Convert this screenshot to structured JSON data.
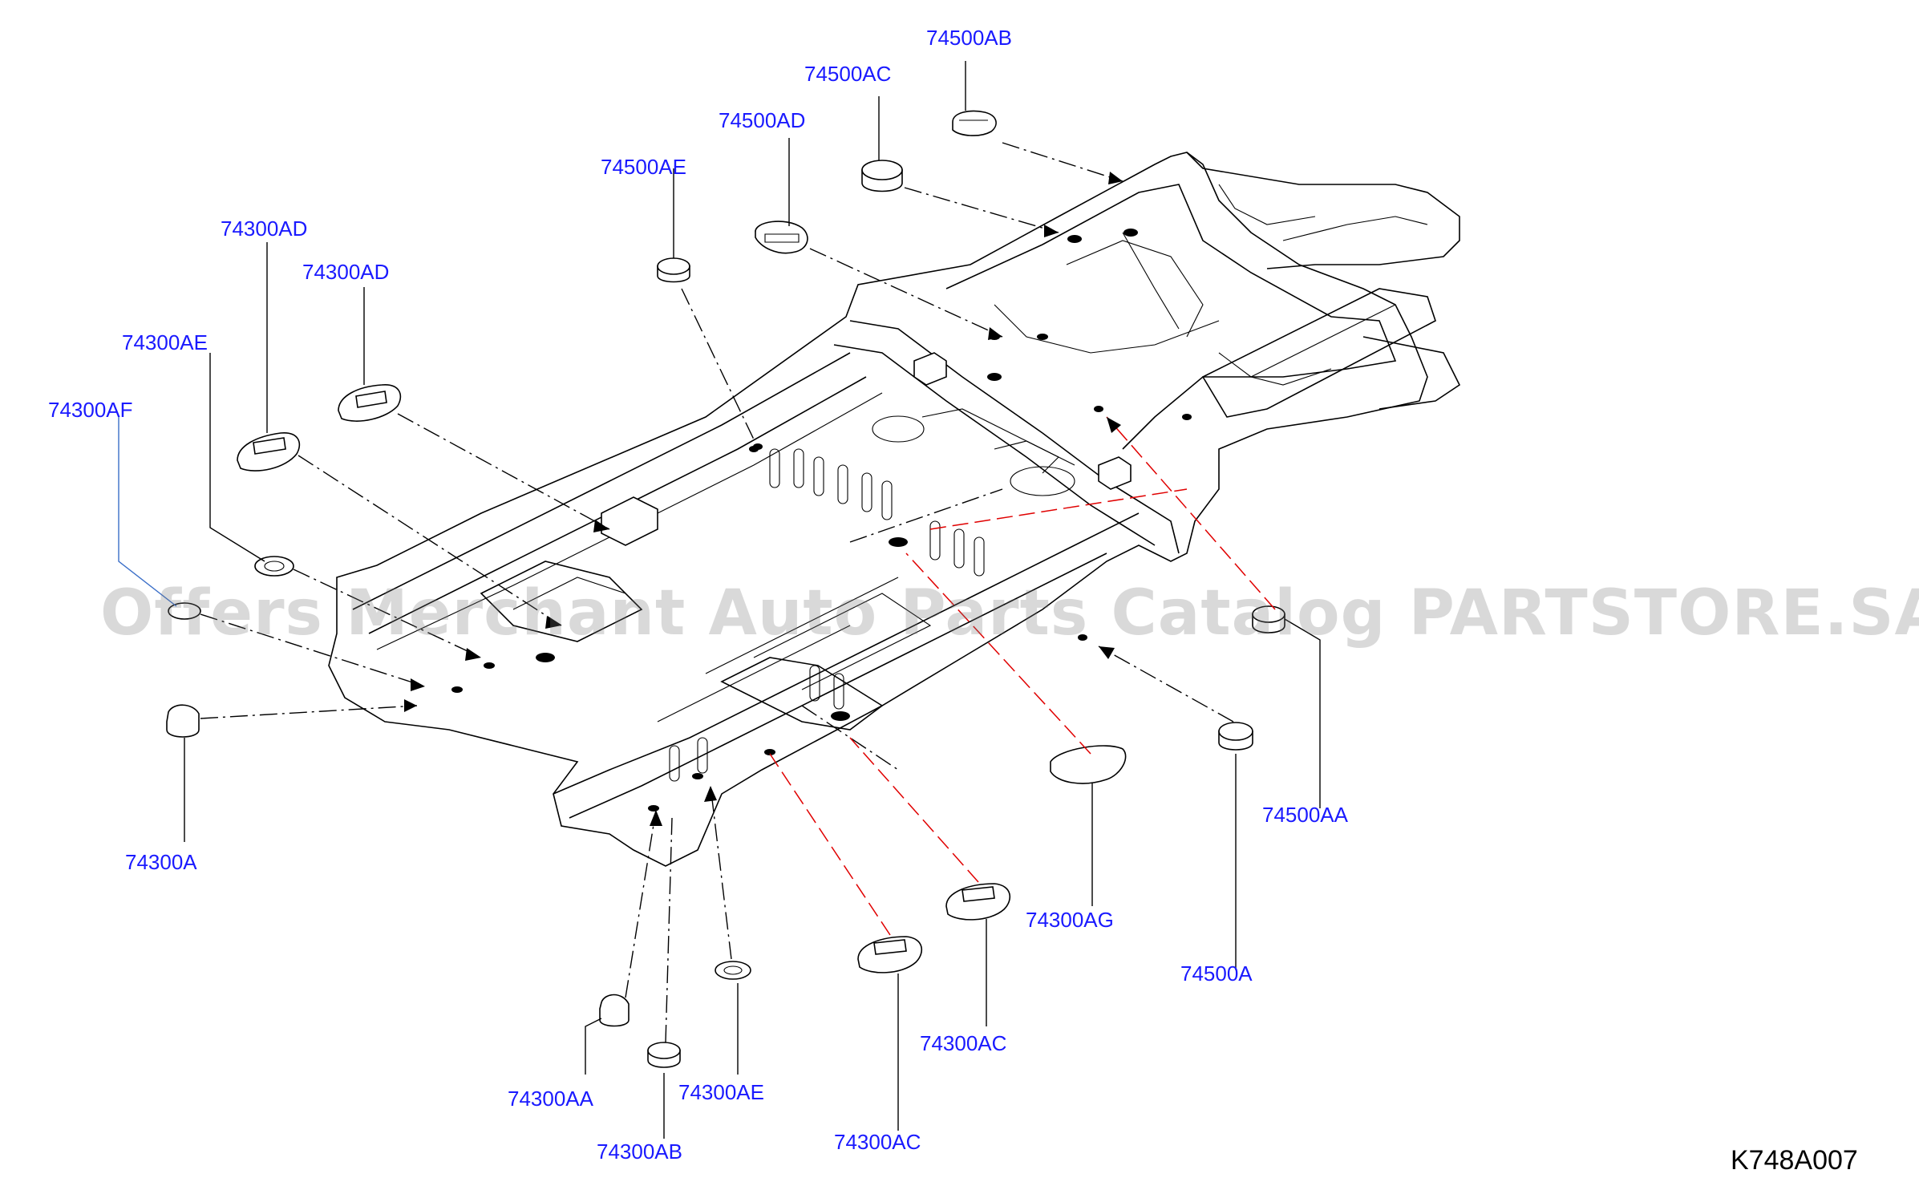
{
  "diagram": {
    "labels": [
      {
        "id": "74500AB",
        "text": "74500AB"
      },
      {
        "id": "74500AC",
        "text": "74500AC"
      },
      {
        "id": "74500AD",
        "text": "74500AD"
      },
      {
        "id": "74500AE",
        "text": "74500AE"
      },
      {
        "id": "74300AD_1",
        "text": "74300AD"
      },
      {
        "id": "74300AD_2",
        "text": "74300AD"
      },
      {
        "id": "74300AE_1",
        "text": "74300AE"
      },
      {
        "id": "74300AF",
        "text": "74300AF"
      },
      {
        "id": "74300A",
        "text": "74300A"
      },
      {
        "id": "74500AA",
        "text": "74500AA"
      },
      {
        "id": "74300AG",
        "text": "74300AG"
      },
      {
        "id": "74500A",
        "text": "74500A"
      },
      {
        "id": "74300AC_1",
        "text": "74300AC"
      },
      {
        "id": "74300AC_2",
        "text": "74300AC"
      },
      {
        "id": "74300AA",
        "text": "74300AA"
      },
      {
        "id": "74300AE_2",
        "text": "74300AE"
      },
      {
        "id": "74300AB",
        "text": "74300AB"
      }
    ],
    "drawing_code": "K748A007",
    "watermark": "Offers Merchant Auto Parts Catalog PARTSTORE.SA",
    "colors": {
      "label": "#1a1aff",
      "line": "#000000",
      "red_dash": "#e00000"
    }
  }
}
